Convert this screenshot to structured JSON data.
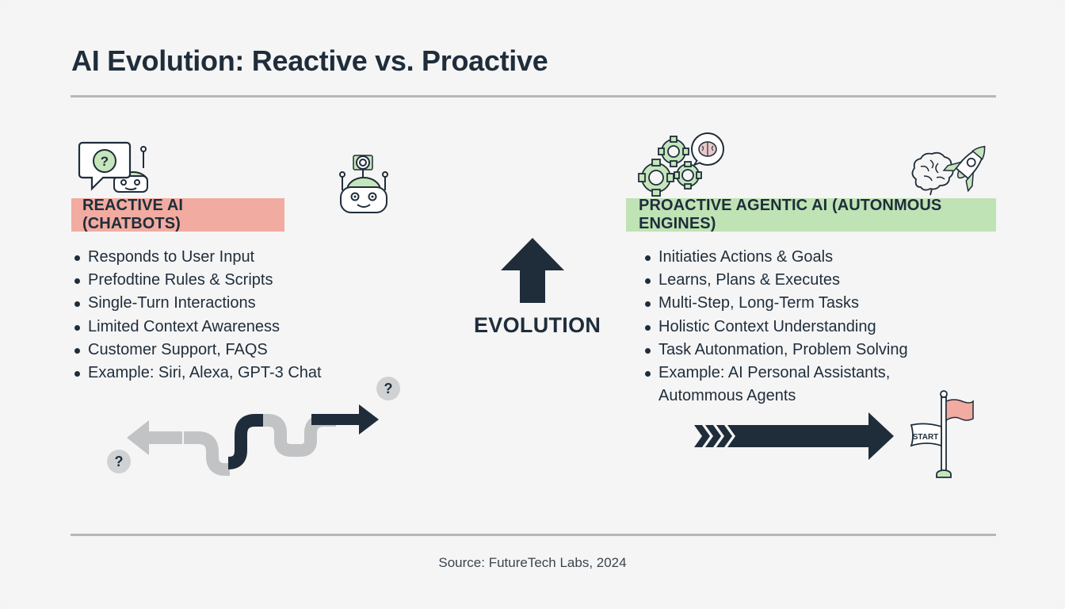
{
  "title": "AI Evolution: Reactive vs. Proactive",
  "colors": {
    "background": "#f5f5f5",
    "text": "#1f2d3b",
    "reactive_band": "#f2aba0",
    "proactive_band": "#bfe3b4",
    "icon_green": "#c5e6bb",
    "flag_red": "#f2aba0",
    "rule": "#b7b7b7",
    "path_gray": "#c2c3c4"
  },
  "reactive": {
    "header": "REACTIVE AI (CHATBOTS)",
    "icons": [
      "chat-question-robot-icon",
      "robot-icon"
    ],
    "bullets": [
      "Responds to User Input",
      "Prefodtine Rules & Scripts",
      "Single-Turn Interactions",
      "Limited Context Awareness",
      "Customer Support, FAQS",
      "Example: Siri, Alexa, GPT-3 Chat"
    ],
    "path_illustration": {
      "description": "winding-path-arrow",
      "question_marks": [
        "?",
        "?"
      ]
    }
  },
  "center": {
    "arrow": "up-arrow-icon",
    "label": "EVOLUTION"
  },
  "proactive": {
    "header": "PROACTIVE AGENTIC AI (AUTONMOUS ENGINES)",
    "icons": [
      "gears-brain-icon",
      "brain-rocket-icon"
    ],
    "bullets": [
      "Initiaties Actions & Goals",
      "Learns, Plans & Executes",
      "Multi-Step, Long-Term Tasks",
      "Holistic Context Understanding",
      "Task Autonmation, Problem Solving",
      "Example: AI Personal Assistants,"
    ],
    "bullet_continuation": "Autommous Agents",
    "path_illustration": {
      "description": "straight-arrow-to-flag",
      "flag_label": "START"
    }
  },
  "footer": {
    "source": "Source: FutureTech Labs, 2024"
  }
}
